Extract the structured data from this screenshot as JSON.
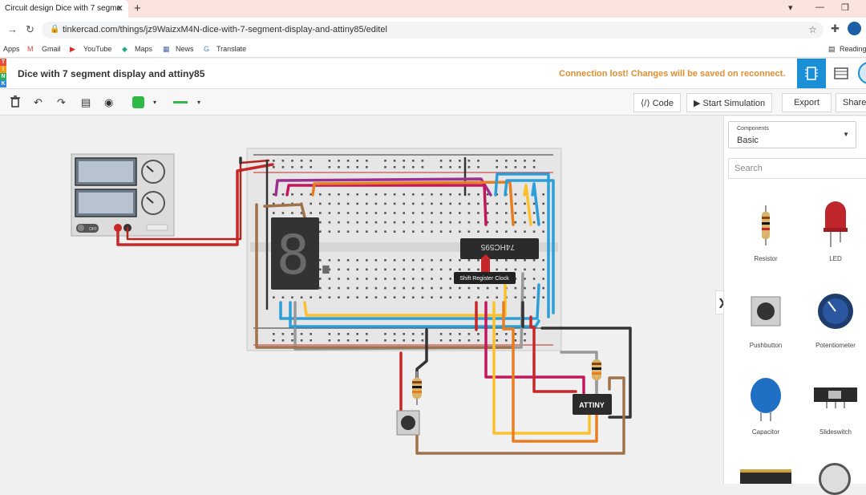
{
  "browser": {
    "tab_title": "Circuit design Dice with 7 segme",
    "tab_close": "✕",
    "new_tab": "+",
    "url": "tinkercad.com/things/jz9WaizxM4N-dice-with-7-segment-display-and-attiny85/editel",
    "bookmarks": [
      "Apps",
      "Gmail",
      "YouTube",
      "Maps",
      "News",
      "Translate"
    ],
    "reading_list": "Reading"
  },
  "app": {
    "title": "Dice with 7 segment display and attiny85",
    "connection_warning": "Connection lost! Changes will be saved on reconnect.",
    "accent_color": "#1a8fd6"
  },
  "toolbar": {
    "code_label": "Code",
    "start_simulation_label": "Start Simulation",
    "export_label": "Export",
    "share_label": "Share",
    "fill_color": "#2fb845"
  },
  "circuit": {
    "shift_register_label": "74HC595",
    "tooltip": "Shift Register Clock",
    "attiny_label": "ATTINY",
    "seven_segment_digit": "8.",
    "power_supply_switch": "OFF"
  },
  "panel": {
    "components_label": "Components",
    "components_value": "Basic",
    "search_placeholder": "Search",
    "components": [
      {
        "name": "Resistor",
        "icon": "resistor-icon"
      },
      {
        "name": "LED",
        "icon": "led-icon"
      },
      {
        "name": "Pushbutton",
        "icon": "pushbutton-icon"
      },
      {
        "name": "Potentiometer",
        "icon": "potentiometer-icon"
      },
      {
        "name": "Capacitor",
        "icon": "capacitor-icon"
      },
      {
        "name": "Slideswitch",
        "icon": "slideswitch-icon"
      }
    ]
  }
}
